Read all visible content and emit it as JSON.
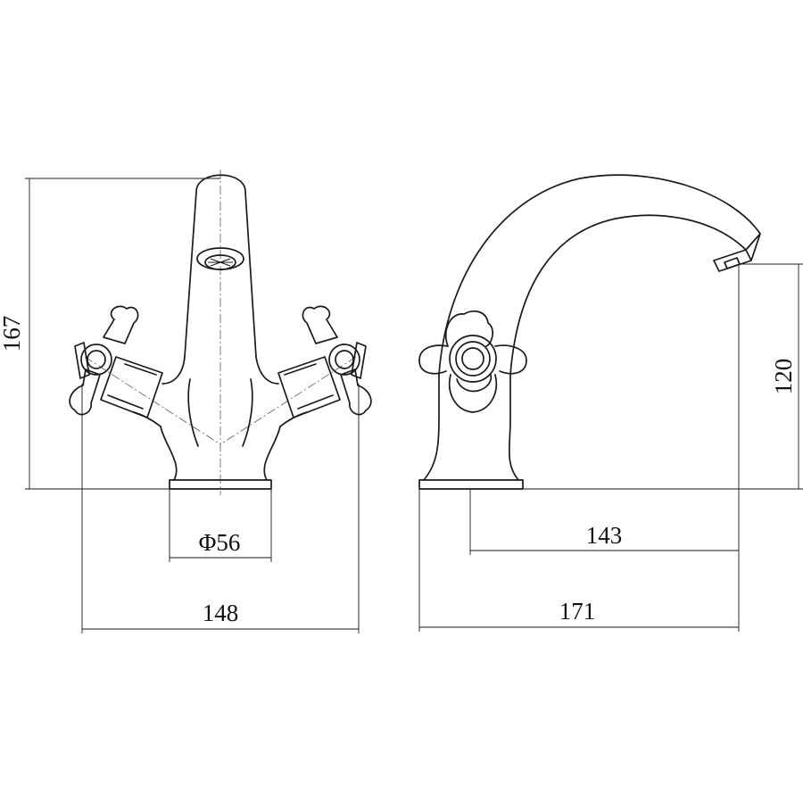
{
  "dimensions": {
    "overall_height": "167",
    "base_diameter": "Φ56",
    "overall_width": "148",
    "spout_height": "120",
    "spout_reach": "143",
    "overall_depth": "171"
  }
}
